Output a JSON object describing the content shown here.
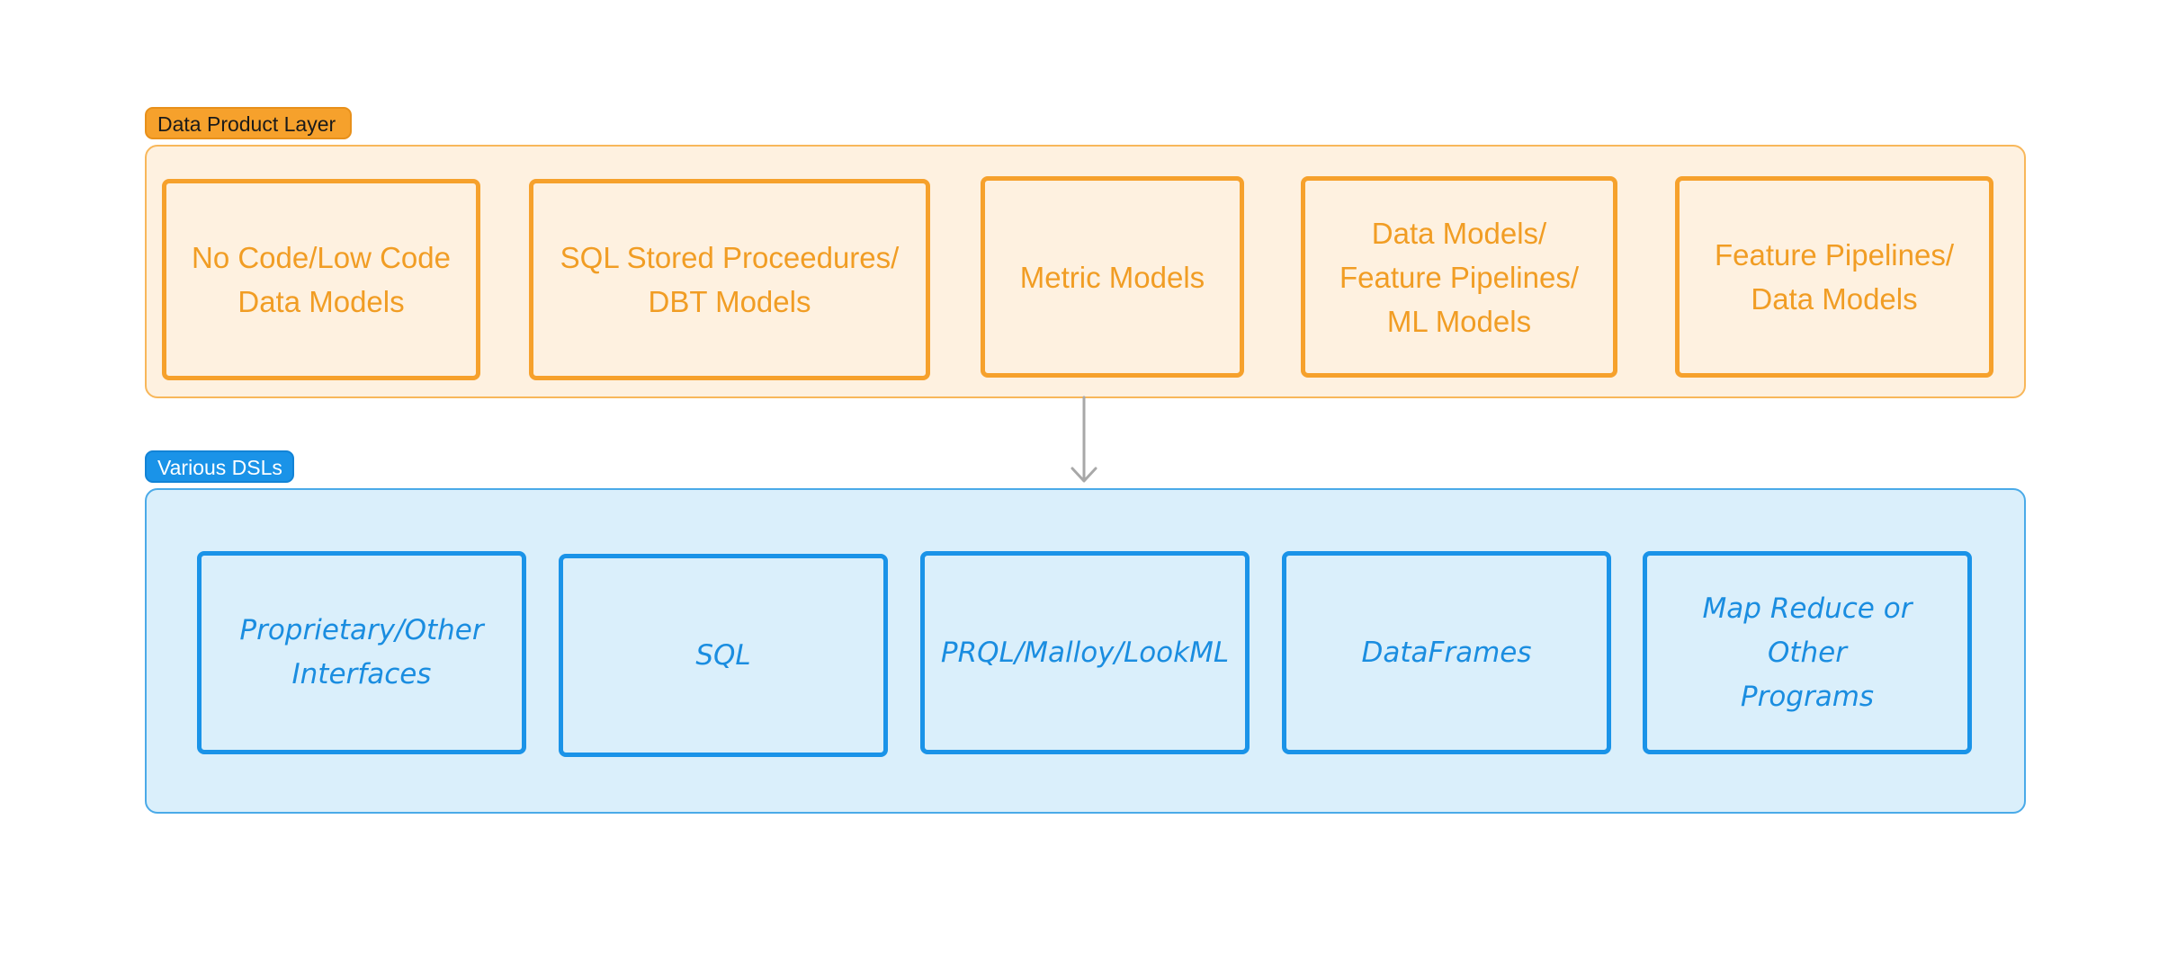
{
  "diagram": {
    "top_group": {
      "label": "Data Product Layer",
      "color": "#f6a12c",
      "boxes": [
        "No Code/Low Code\nData Models",
        "SQL Stored Proceedures/\nDBT Models",
        "Metric Models",
        "Data Models/\nFeature Pipelines/\nML Models",
        "Feature Pipelines/\nData Models"
      ]
    },
    "bottom_group": {
      "label": "Various DSLs",
      "color": "#1a93e8",
      "boxes": [
        "Proprietary/Other\nInterfaces",
        "SQL",
        "PRQL/Malloy/LookML",
        "DataFrames",
        "Map Reduce or\nOther\nPrograms"
      ]
    },
    "connector": {
      "from": "top_group",
      "to": "bottom_group",
      "color": "#a8a8a8"
    }
  }
}
